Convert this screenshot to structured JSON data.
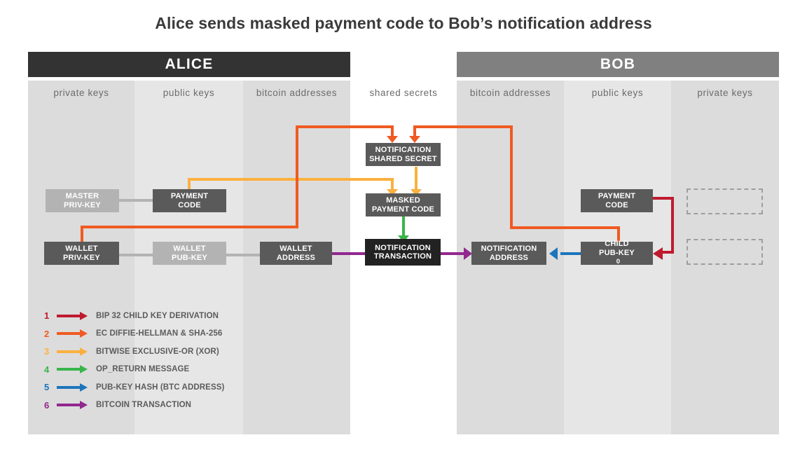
{
  "title": "Alice sends masked payment code to Bob’s notification address",
  "parties": [
    {
      "name": "ALICE",
      "color": "#333333"
    },
    {
      "name": "BOB",
      "color": "#808080"
    }
  ],
  "columns": [
    {
      "label": "private keys",
      "owner": "alice",
      "shade": "dark"
    },
    {
      "label": "public keys",
      "owner": "alice",
      "shade": "light"
    },
    {
      "label": "bitcoin addresses",
      "owner": "alice",
      "shade": "dark"
    },
    {
      "label": "shared secrets",
      "owner": "shared",
      "shade": "white"
    },
    {
      "label": "bitcoin addresses",
      "owner": "bob",
      "shade": "dark"
    },
    {
      "label": "public keys",
      "owner": "bob",
      "shade": "light"
    },
    {
      "label": "private keys",
      "owner": "bob",
      "shade": "dark"
    }
  ],
  "nodes": [
    {
      "id": "master-priv-key",
      "line1": "MASTER",
      "line2": "PRIV-KEY",
      "style": "light"
    },
    {
      "id": "alice-payment-code",
      "line1": "PAYMENT",
      "line2": "CODE",
      "style": "mid"
    },
    {
      "id": "notification-shared-secret",
      "line1": "NOTIFICATION",
      "line2": "SHARED SECRET",
      "style": "mid"
    },
    {
      "id": "masked-payment-code",
      "line1": "MASKED",
      "line2": "PAYMENT CODE",
      "style": "mid"
    },
    {
      "id": "bob-payment-code",
      "line1": "PAYMENT",
      "line2": "CODE",
      "style": "mid"
    },
    {
      "id": "wallet-priv-key",
      "line1": "WALLET",
      "line2": "PRIV-KEY",
      "style": "mid"
    },
    {
      "id": "wallet-pub-key",
      "line1": "WALLET",
      "line2": "PUB-KEY",
      "style": "light"
    },
    {
      "id": "wallet-address",
      "line1": "WALLET",
      "line2": "ADDRESS",
      "style": "mid"
    },
    {
      "id": "notification-transaction",
      "line1": "NOTIFICATION",
      "line2": "TRANSACTION",
      "style": "black"
    },
    {
      "id": "notification-address",
      "line1": "NOTIFICATION",
      "line2": "ADDRESS",
      "style": "mid"
    },
    {
      "id": "child-pub-key",
      "line1": "CHILD",
      "line2": "PUB-KEY",
      "suffix": "0",
      "style": "mid"
    },
    {
      "id": "ghost-priv-key-top",
      "line1": "",
      "line2": "",
      "style": "ghost"
    },
    {
      "id": "ghost-priv-key-bottom",
      "line1": "",
      "line2": "",
      "style": "ghost"
    }
  ],
  "legend": [
    {
      "num": "1",
      "label": "BIP 32 CHILD KEY DERIVATION",
      "color": "#bf1a2f"
    },
    {
      "num": "2",
      "label": "EC DIFFIE-HELLMAN & SHA-256",
      "color": "#f05a22"
    },
    {
      "num": "3",
      "label": "BITWISE EXCLUSIVE-OR (XOR)",
      "color": "#fbb040"
    },
    {
      "num": "4",
      "label": "OP_RETURN MESSAGE",
      "color": "#39b54a"
    },
    {
      "num": "5",
      "label": "PUB-KEY HASH (BTC ADDRESS)",
      "color": "#1c75bc"
    },
    {
      "num": "6",
      "label": "BITCOIN TRANSACTION",
      "color": "#92278f"
    }
  ],
  "palette": {
    "grey_link": "#b3b3b3",
    "band_dark": "#dcdcdc",
    "band_light": "#e6e6e6",
    "alice_banner": "#333333",
    "bob_banner": "#808080",
    "node_mid": "#5a5a5a",
    "node_light": "#b3b3b3",
    "node_black": "#222222",
    "ghost_border": "#9e9e9e"
  }
}
